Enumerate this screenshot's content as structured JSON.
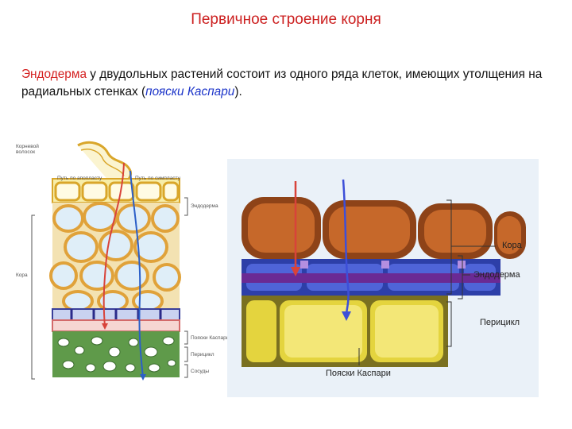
{
  "slide": {
    "title": "Первичное строение корня",
    "intro": {
      "term": "Эндодерма",
      "text_before": " у двудольных растений состоит  из  одного ряда клеток, имеющих утолщения на радиальных стенках (",
      "term2": "пояски Каспари",
      "text_after": ")."
    }
  },
  "left_figure": {
    "labels": {
      "top_left": "Корневой волосок",
      "path_apoplast": "Путь по апопласту",
      "path_symplast": "Путь по симпласту",
      "endoderm": "Эндодерма",
      "cortex": "Кора",
      "casparian": "Пояски Каспари",
      "pericycle": "Перицикл",
      "vessels": "Сосуды"
    }
  },
  "right_figure": {
    "labels": {
      "cortex": "Кора",
      "endoderm": "Эндодерма",
      "pericycle": "Перицикл",
      "casparian": "Пояски Каспари"
    }
  },
  "colors": {
    "title": "#cc1f1f",
    "term": "#d42020",
    "term2": "#1d35c9",
    "cortex_cell": "#b75c1f",
    "endoderm_cell": "#4a5bd0",
    "casparian_band": "#7a2fa0",
    "pericycle_cell": "#e8d84a",
    "water_path_red": "#d8433a",
    "water_path_blue": "#3d4fd8"
  }
}
